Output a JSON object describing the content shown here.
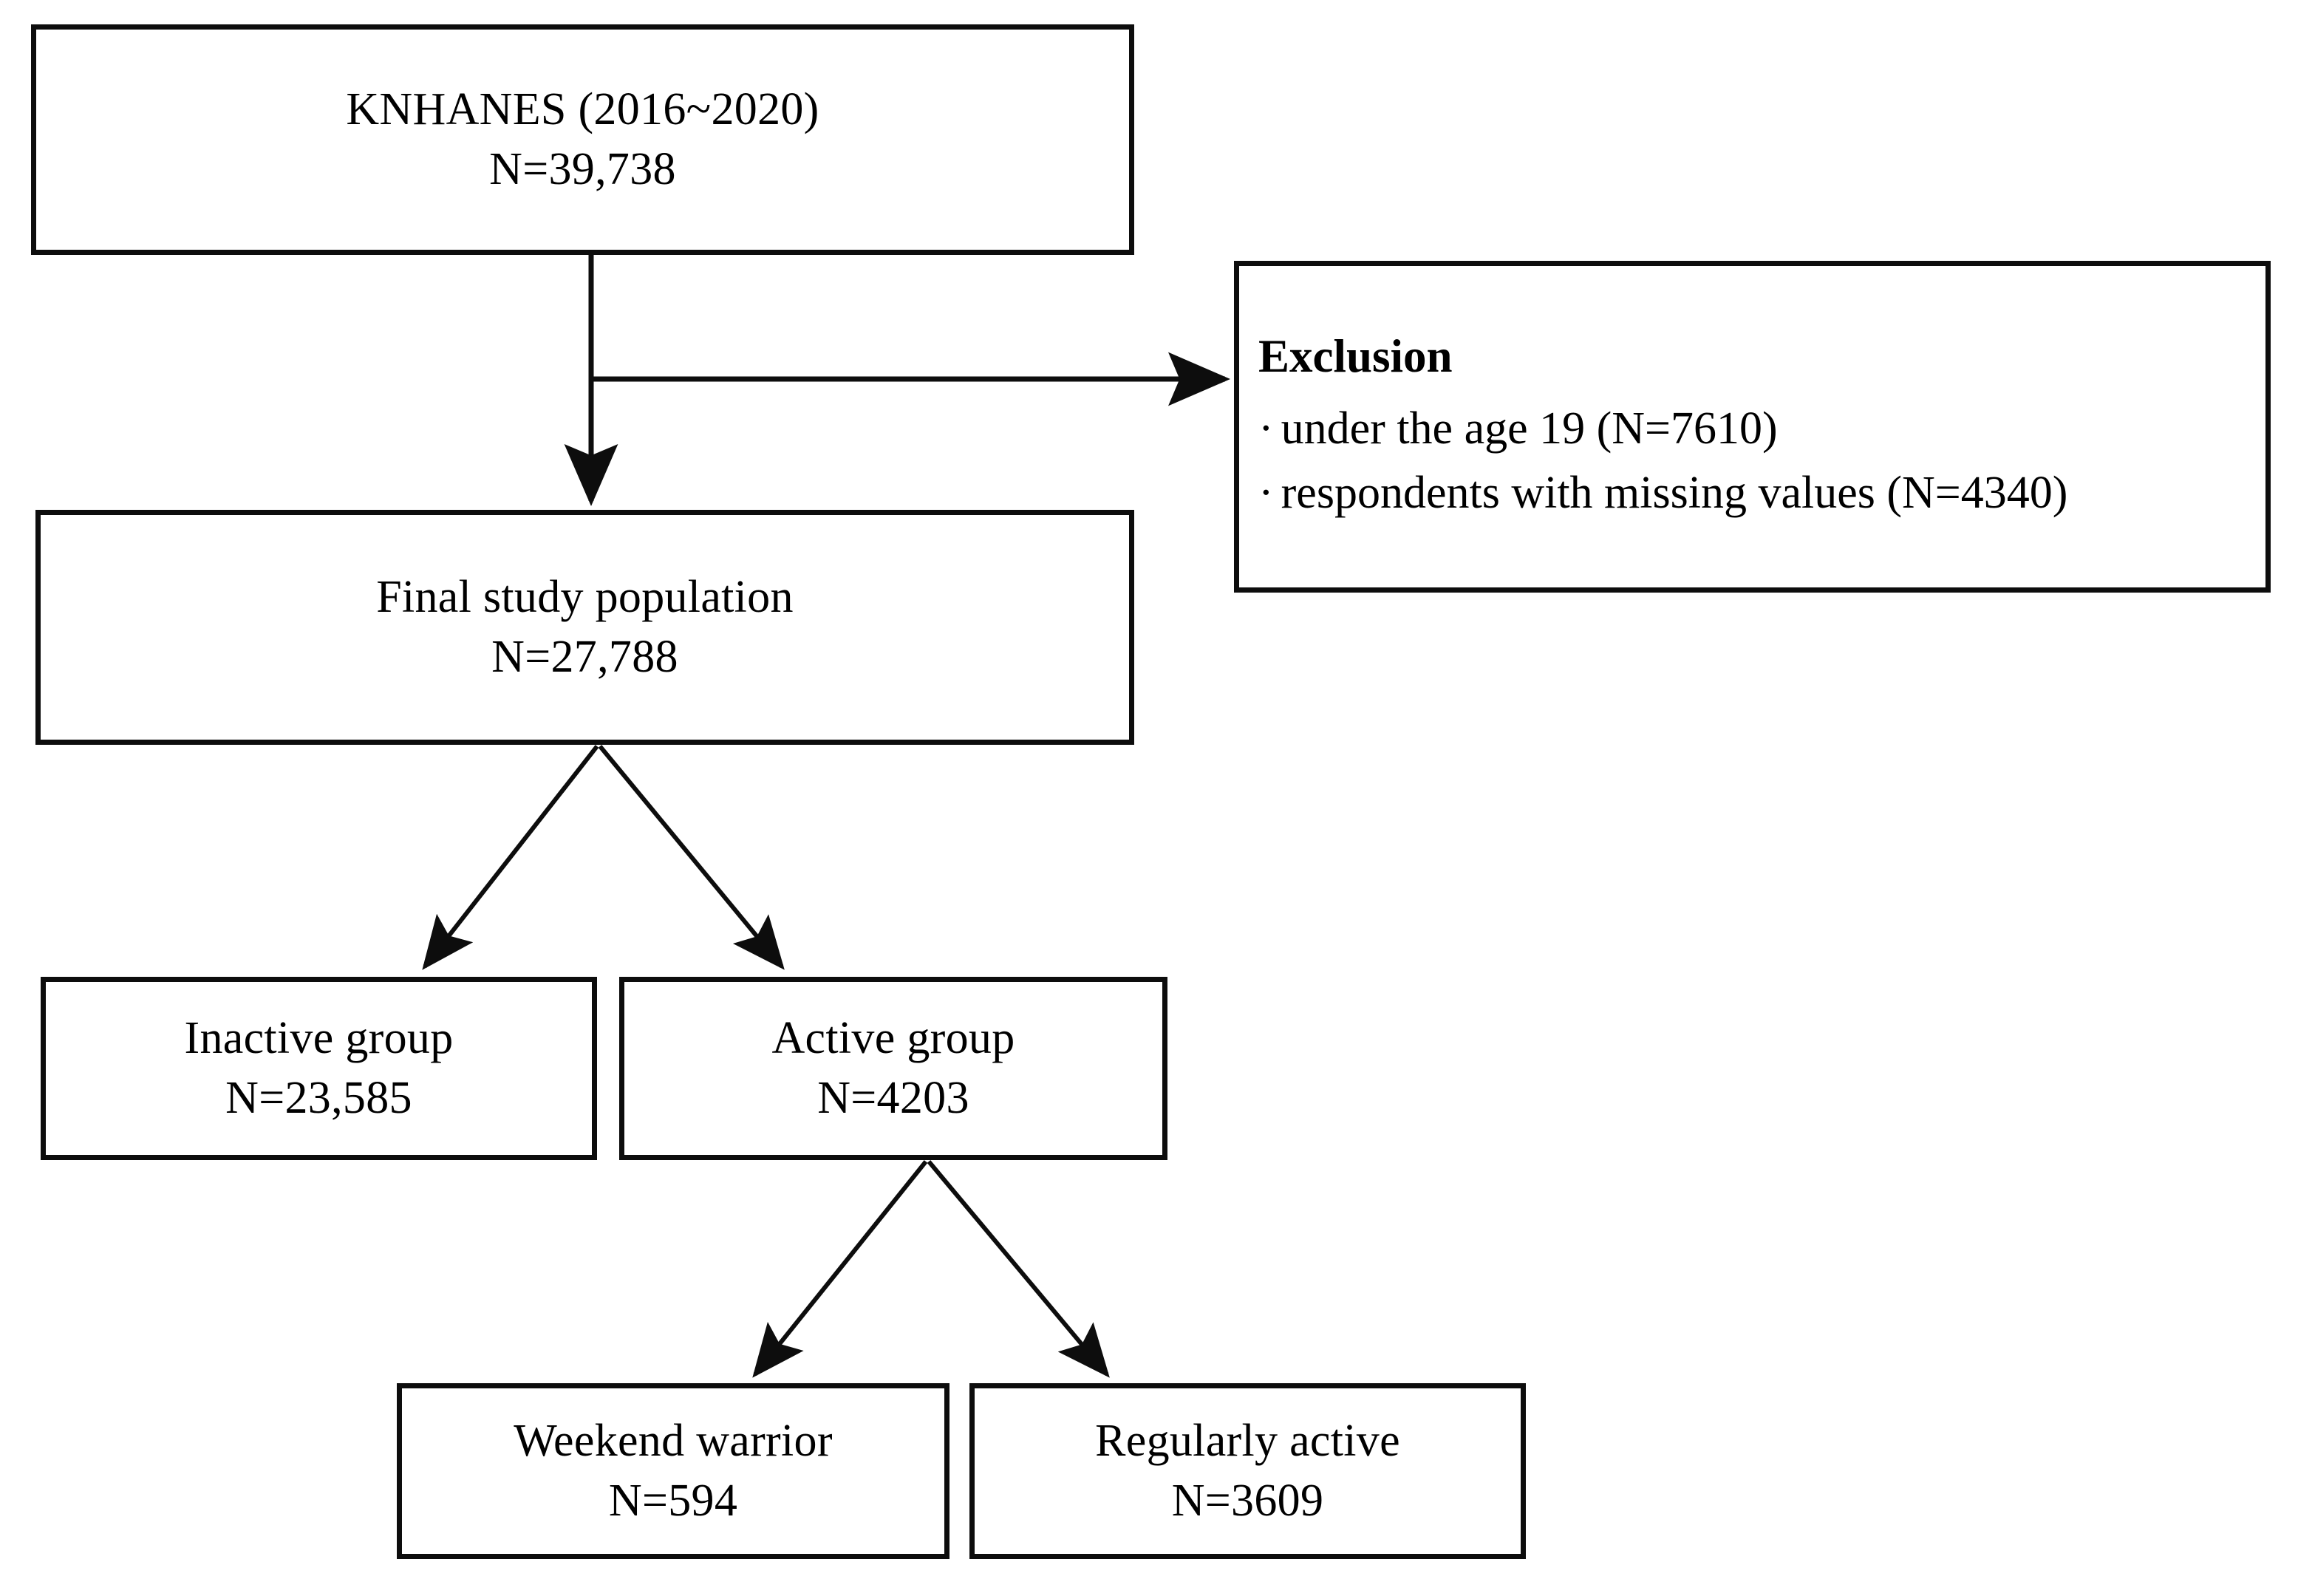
{
  "figure": {
    "type": "flowchart",
    "orientation": "top-down",
    "background_color": "#ffffff",
    "stroke_color": "#0d0d0d"
  },
  "nodes": {
    "knhanes": {
      "title": "KNHANES (2016~2020)",
      "count_label": "N=39,738",
      "n": 39738
    },
    "exclusion": {
      "title": "Exclusion",
      "bullet": "·",
      "items": [
        {
          "text": "under the age 19 (N=7610)",
          "n": 7610
        },
        {
          "text": "respondents with missing values (N=4340)",
          "n": 4340
        }
      ]
    },
    "final_population": {
      "title": "Final study population",
      "count_label": "N=27,788",
      "n": 27788
    },
    "inactive_group": {
      "title": "Inactive group",
      "count_label": "N=23,585",
      "n": 23585
    },
    "active_group": {
      "title": "Active group",
      "count_label": "N=4203",
      "n": 4203
    },
    "weekend_warrior": {
      "title": "Weekend warrior",
      "count_label": "N=594",
      "n": 594
    },
    "regularly_active": {
      "title": "Regularly active",
      "count_label": "N=3609",
      "n": 3609
    }
  },
  "edges": [
    {
      "from": "knhanes",
      "to": "final_population",
      "style": "straight-down-arrow"
    },
    {
      "from": "knhanes",
      "to": "exclusion",
      "style": "branch-right-arrow"
    },
    {
      "from": "final_population",
      "to": "inactive_group",
      "style": "diagonal-arrow"
    },
    {
      "from": "final_population",
      "to": "active_group",
      "style": "diagonal-arrow"
    },
    {
      "from": "active_group",
      "to": "weekend_warrior",
      "style": "diagonal-arrow"
    },
    {
      "from": "active_group",
      "to": "regularly_active",
      "style": "diagonal-arrow"
    }
  ]
}
